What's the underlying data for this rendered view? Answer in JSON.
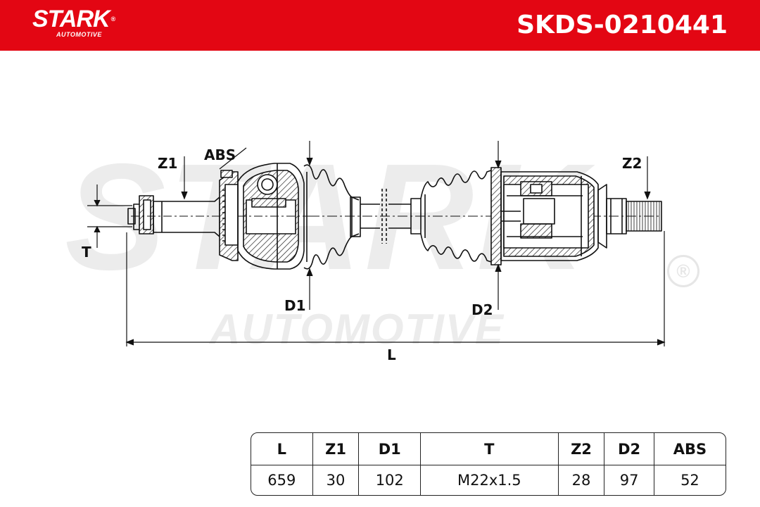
{
  "header": {
    "brand": "STARK",
    "brand_sub": "AUTOMOTIVE",
    "reg_mark": "®",
    "part_number": "SKDS-0210441",
    "color": "#e30613"
  },
  "watermark": {
    "main": "STARK",
    "sub": "AUTOMOTIVE",
    "reg_mark": "®"
  },
  "diagram": {
    "labels": {
      "z1": "Z1",
      "abs": "ABS",
      "z2": "Z2",
      "t": "T",
      "d1": "D1",
      "d2": "D2",
      "l": "L"
    }
  },
  "specs": {
    "headers": [
      "L",
      "Z1",
      "D1",
      "T",
      "Z2",
      "D2",
      "ABS"
    ],
    "values": [
      "659",
      "30",
      "102",
      "M22x1.5",
      "28",
      "97",
      "52"
    ]
  }
}
